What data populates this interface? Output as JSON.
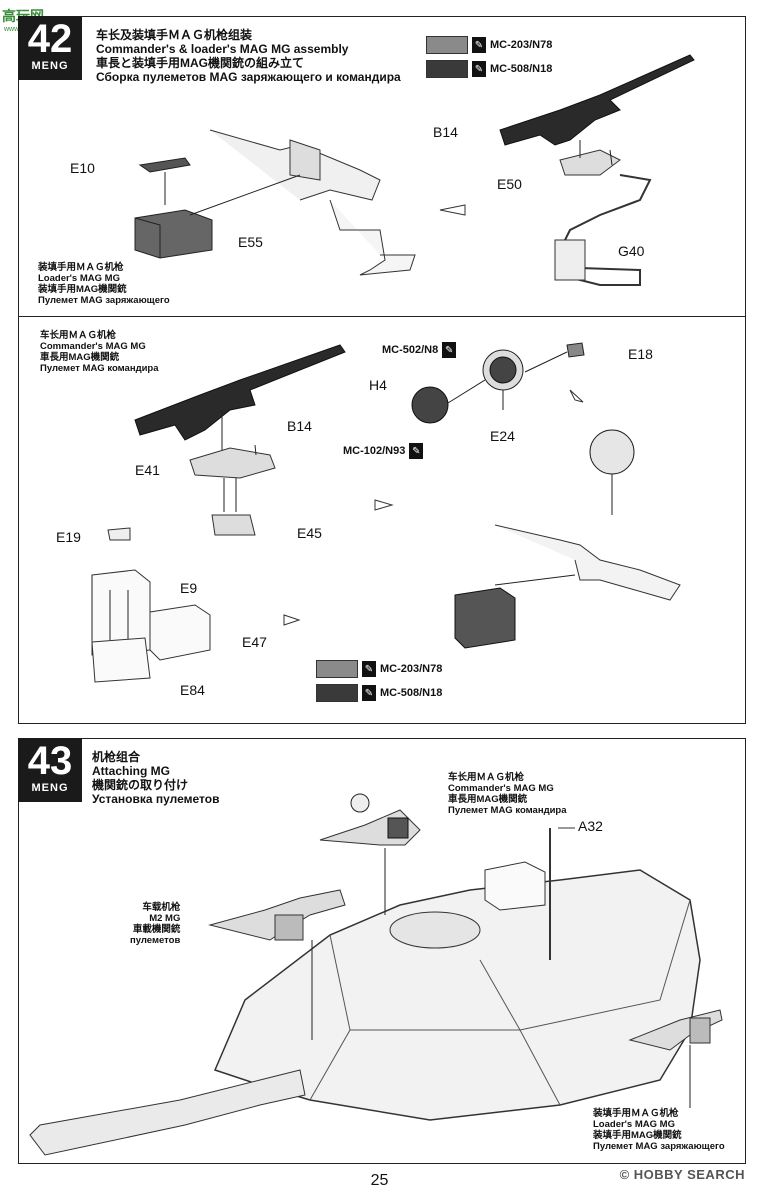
{
  "watermark_top": {
    "logo": "高玩网",
    "url": "www.gmhunter.com"
  },
  "step42": {
    "number": "42",
    "brand": "MENG",
    "title_cn": "车长及装填手ＭＡＧ机枪组装",
    "title_en": "Commander's & loader's MAG MG assembly",
    "title_jp": "車長と装填手用MAG機関銃の組み立て",
    "title_ru": "Сборка пулеметов MAG заряжающего и командира",
    "paints_top": [
      {
        "code": "MC-203/N78",
        "color": "#8a8a8a"
      },
      {
        "code": "MC-508/N18",
        "color": "#3a3a3a"
      }
    ],
    "loader_label": [
      "装填手用ＭＡＧ机枪",
      "Loader's MAG MG",
      "装填手用MAG機関銃",
      "Пулемет MAG заряжающего"
    ],
    "commander_label": [
      "车长用ＭＡＧ机枪",
      "Commander's MAG MG",
      "車長用MAG機関銃",
      "Пулемет MAG командира"
    ],
    "parts_top": {
      "e10": "E10",
      "e55": "E55",
      "b14": "B14",
      "e50": "E50",
      "g40": "G40"
    },
    "parts_bottom": {
      "b14": "B14",
      "e41": "E41",
      "e45": "E45",
      "e19": "E19",
      "e9": "E9",
      "e47": "E47",
      "e84": "E84",
      "h4": "H4",
      "e24": "E24",
      "e18": "E18"
    },
    "lens_paints": {
      "top": "MC-502/N8",
      "bottom": "MC-102/N93"
    },
    "paints_bottom": [
      {
        "code": "MC-203/N78",
        "color": "#8a8a8a"
      },
      {
        "code": "MC-508/N18",
        "color": "#3a3a3a"
      }
    ]
  },
  "step43": {
    "number": "43",
    "brand": "MENG",
    "title_cn": "机枪组合",
    "title_en": "Attaching MG",
    "title_jp": "機関銃の取り付け",
    "title_ru": "Установка пулеметов",
    "commander_label": [
      "车长用ＭＡＧ机枪",
      "Commander's MAG MG",
      "車長用MAG機関銃",
      "Пулемет MAG командира"
    ],
    "m2_label": [
      "车载机枪",
      "M2 MG",
      "車載機関銃",
      "пулеметов"
    ],
    "loader_label": [
      "装填手用ＭＡＧ机枪",
      "Loader's MAG MG",
      "装填手用MAG機関銃",
      "Пулемет MAG заряжающего"
    ],
    "part_a32": "A32"
  },
  "page_number": "25",
  "watermark_bottom": "© HOBBY SEARCH"
}
